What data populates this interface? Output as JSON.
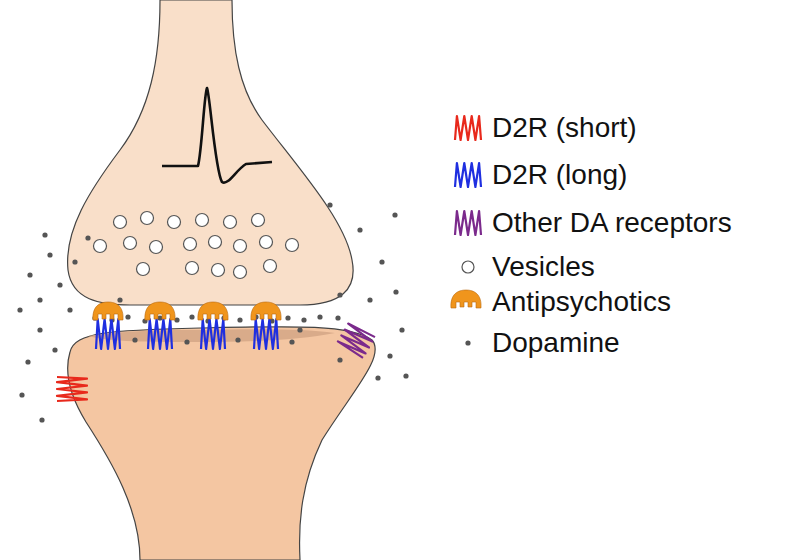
{
  "diagram": {
    "legend": [
      {
        "text": "D2R (short)",
        "color": "#e8291c"
      },
      {
        "text": "D2R (long)",
        "color": "#1f2fe0"
      },
      {
        "text": "Other DA receptors",
        "color": "#7b2a8c"
      },
      {
        "text": "Vesicles"
      },
      {
        "text": "Antipsychotics",
        "color": "#f0951c"
      },
      {
        "text": "Dopamine"
      }
    ]
  }
}
